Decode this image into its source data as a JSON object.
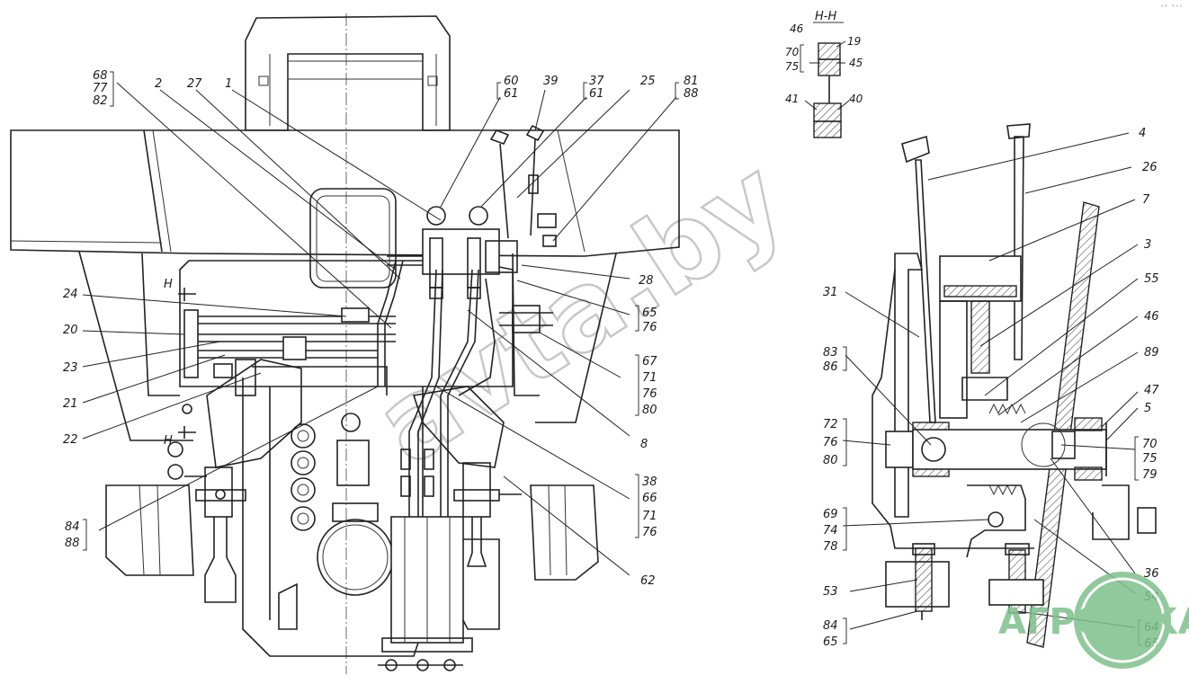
{
  "section_label": "Н-Н",
  "section_marks": [
    "Н",
    "Н"
  ],
  "corner_mark": "ᵒᴰ ᵇᵉᵉ",
  "watermark": "avta.by",
  "badge": {
    "text": "АГРО НКА",
    "color": "#7dc08a"
  },
  "colors": {
    "ink": "#1a1a1a",
    "watermark": "#c8c8c8"
  },
  "callouts": {
    "c68": [
      "68",
      "77",
      "82"
    ],
    "c2": "2",
    "c27": "27",
    "c1": "1",
    "c60": [
      "60",
      "61"
    ],
    "c39": "39",
    "c37": [
      "37",
      "61"
    ],
    "c25": "25",
    "c81": [
      "81",
      "88"
    ],
    "c28": "28",
    "c65a": [
      "65",
      "76"
    ],
    "c67": [
      "67",
      "71",
      "76",
      "80"
    ],
    "c8": "8",
    "c38": [
      "38",
      "66",
      "71",
      "76"
    ],
    "c62": "62",
    "c24": "24",
    "c20": "20",
    "c23": "23",
    "c21": "21",
    "c22": "22",
    "c84a": [
      "84",
      "88"
    ],
    "c46": "46",
    "c19": "19",
    "c70a": [
      "70",
      "75"
    ],
    "c45": "45",
    "c41": "41",
    "c40": "40",
    "c4": "4",
    "c26": "26",
    "c7": "7",
    "c3": "3",
    "c31": "31",
    "c55": "55",
    "c46b": "46",
    "c83": [
      "83",
      "86"
    ],
    "c89": "89",
    "c47": "47",
    "c5": "5",
    "c72": [
      "72",
      "76",
      "80"
    ],
    "c70b": [
      "70",
      "75",
      "79"
    ],
    "c69": [
      "69",
      "74",
      "78"
    ],
    "c36": "36",
    "c53": "53",
    "c54": "54",
    "c84b": [
      "84",
      "65"
    ],
    "c64": [
      "64",
      "65"
    ]
  }
}
